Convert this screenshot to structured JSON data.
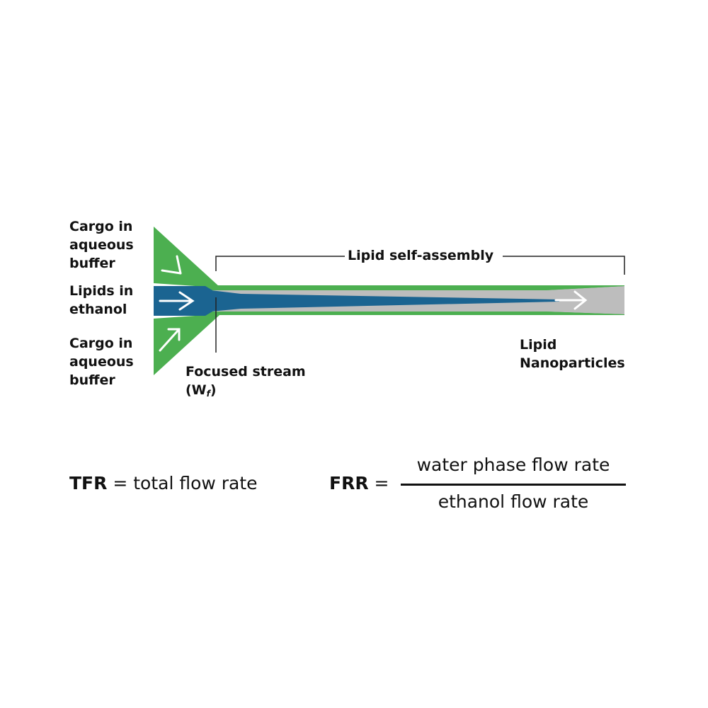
{
  "colors": {
    "aqueous_green": "#4CAF50",
    "lipid_blue": "#1B6491",
    "mixing_gray": "#BDBDBD",
    "arrow_white": "#FFFFFF",
    "text": "#111111"
  },
  "inlets": {
    "top": {
      "lines": [
        "Cargo in",
        "aqueous",
        "buffer"
      ],
      "icon": "arrow-down-right-icon"
    },
    "middle": {
      "lines": [
        "Lipids in",
        "ethanol"
      ],
      "icon": "arrow-right-icon"
    },
    "bottom": {
      "lines": [
        "Cargo in",
        "aqueous",
        "buffer"
      ],
      "icon": "arrow-up-right-icon"
    }
  },
  "bracket_label": "Lipid self-assembly",
  "focused_stream": {
    "line1": "Focused stream",
    "line2_prefix": "(W",
    "line2_sub": "f",
    "line2_suffix": ")"
  },
  "outlet": {
    "lines": [
      "Lipid",
      "Nanoparticles"
    ],
    "icon": "arrow-right-icon"
  },
  "equations": {
    "tfr": {
      "abbr": "TFR",
      "equals": " = ",
      "definition": "total flow rate"
    },
    "frr": {
      "abbr": "FRR",
      "equals": " =",
      "numerator": "water phase flow rate",
      "denominator": "ethanol flow rate"
    }
  }
}
